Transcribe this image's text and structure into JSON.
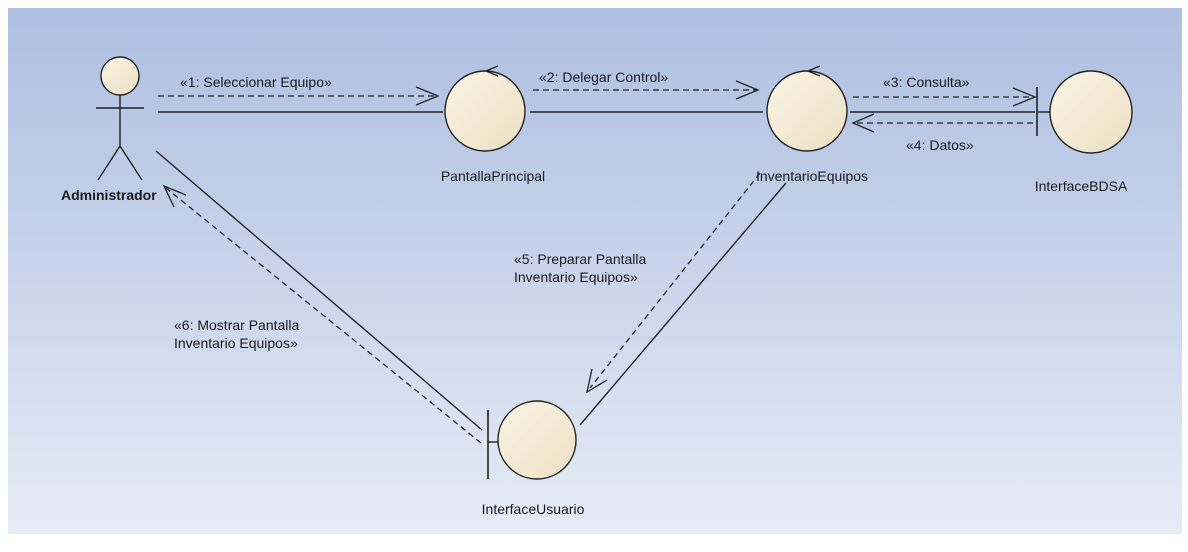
{
  "actor": {
    "name": "Administrador"
  },
  "objects": {
    "pantalla_principal": {
      "name": "PantallaPrincipal",
      "kind": "control"
    },
    "inventario_equipos": {
      "name": "InventarioEquipos",
      "kind": "control"
    },
    "interface_bdsa": {
      "name": "InterfaceBDSA",
      "kind": "boundary"
    },
    "interface_usuario": {
      "name": "InterfaceUsuario",
      "kind": "boundary"
    }
  },
  "messages": {
    "m1": [
      "«1: Seleccionar Equipo»"
    ],
    "m2": [
      "«2: Delegar Control»"
    ],
    "m3": [
      "«3: Consulta»"
    ],
    "m4": [
      "«4: Datos»"
    ],
    "m5": [
      "«5: Preparar Pantalla",
      "Inventario Equipos»"
    ],
    "m6": [
      "«6: Mostrar Pantalla",
      "Inventario Equipos»"
    ]
  },
  "colors": {
    "object_fill": "#f3e9d2",
    "stroke": "#222222",
    "background_top": "#aebfe0",
    "background_bottom": "#e6ecf6"
  }
}
